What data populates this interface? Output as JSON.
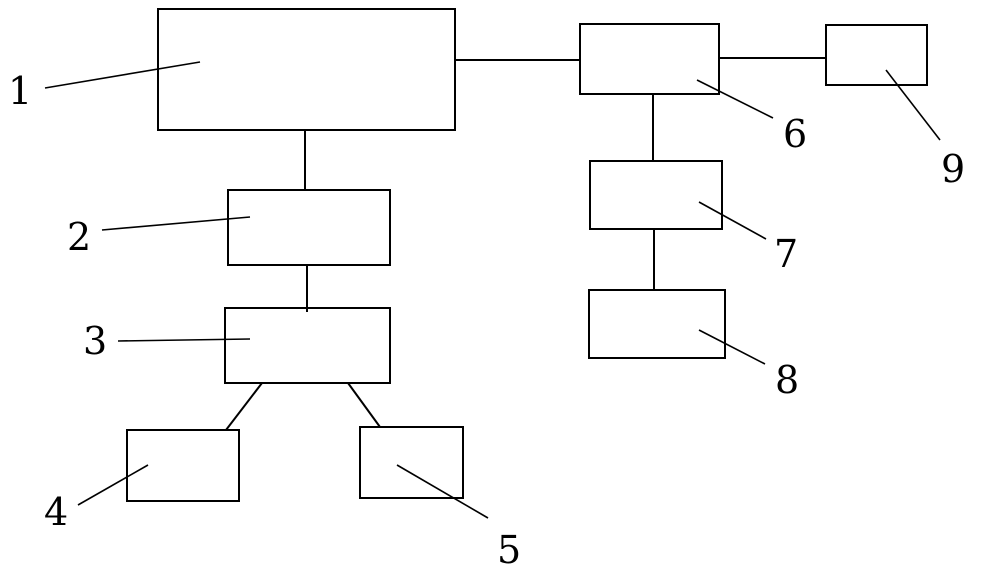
{
  "diagram": {
    "blocks": [
      {
        "id": "1",
        "label": "1"
      },
      {
        "id": "2",
        "label": "2"
      },
      {
        "id": "3",
        "label": "3"
      },
      {
        "id": "4",
        "label": "4"
      },
      {
        "id": "5",
        "label": "5"
      },
      {
        "id": "6",
        "label": "6"
      },
      {
        "id": "7",
        "label": "7"
      },
      {
        "id": "8",
        "label": "8"
      },
      {
        "id": "9",
        "label": "9"
      }
    ],
    "connections": [
      {
        "from": "1",
        "to": "2"
      },
      {
        "from": "2",
        "to": "3"
      },
      {
        "from": "3",
        "to": "4"
      },
      {
        "from": "3",
        "to": "5"
      },
      {
        "from": "1",
        "to": "6"
      },
      {
        "from": "6",
        "to": "9"
      },
      {
        "from": "6",
        "to": "7"
      },
      {
        "from": "7",
        "to": "8"
      }
    ]
  }
}
